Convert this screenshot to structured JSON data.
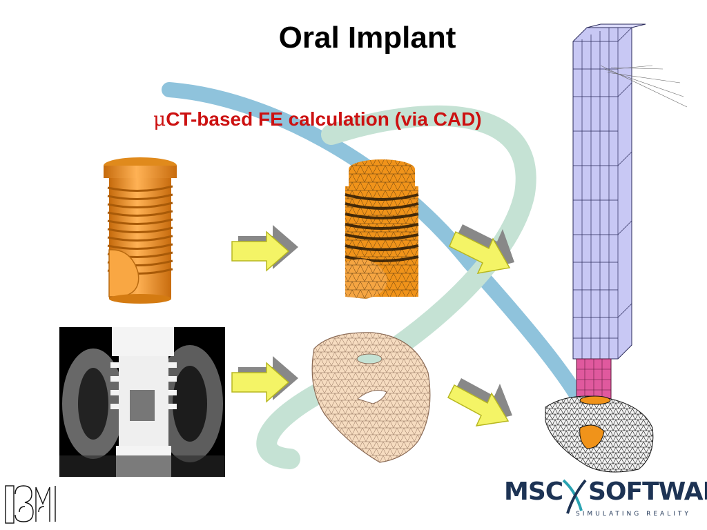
{
  "slide": {
    "title": "Oral Implant",
    "subtitle_mu": "μ",
    "subtitle_rest": "CT-based FE calculation (via CAD)"
  },
  "logo": {
    "msc": "MSC",
    "software": "SOFTWARE",
    "tagline": "SIMULATING REALITY"
  },
  "colors": {
    "title": "#000000",
    "subtitle": "#cc1111",
    "implant_orange": "#f0931a",
    "bone_beige": "#f6dcc0",
    "mesh_blue": "#c8c8f4",
    "mesh_pink": "#e0599e",
    "ribbon_blue": "#8fc3dc",
    "ribbon_green": "#c5e2d4",
    "arrow_yellow": "#f4f466",
    "logo_navy": "#1d3354",
    "logo_teal": "#2aa3b2"
  },
  "icons": [
    "right-arrow-icon",
    "right-arrow-icon",
    "right-arrow-icon",
    "right-arrow-icon"
  ]
}
